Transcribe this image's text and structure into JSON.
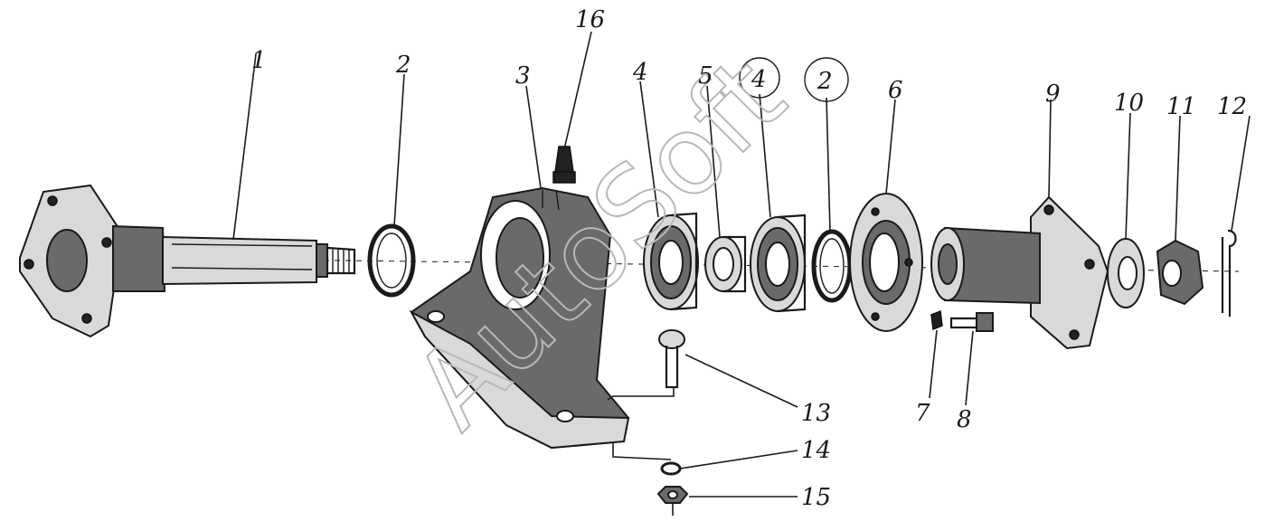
{
  "diagram": {
    "watermark": "AutoSoft",
    "callouts": [
      {
        "id": "c1",
        "label": "1",
        "circled": false
      },
      {
        "id": "c2",
        "label": "2",
        "circled": false
      },
      {
        "id": "c3",
        "label": "3",
        "circled": false
      },
      {
        "id": "c16",
        "label": "16",
        "circled": false
      },
      {
        "id": "c4",
        "label": "4",
        "circled": false
      },
      {
        "id": "c5",
        "label": "5",
        "circled": false
      },
      {
        "id": "c4b",
        "label": "4",
        "circled": true
      },
      {
        "id": "c2b",
        "label": "2",
        "circled": true
      },
      {
        "id": "c6",
        "label": "6",
        "circled": false
      },
      {
        "id": "c9",
        "label": "9",
        "circled": false
      },
      {
        "id": "c10",
        "label": "10",
        "circled": false
      },
      {
        "id": "c11",
        "label": "11",
        "circled": false
      },
      {
        "id": "c12",
        "label": "12",
        "circled": false
      },
      {
        "id": "c13",
        "label": "13",
        "circled": false
      },
      {
        "id": "c7",
        "label": "7",
        "circled": false
      },
      {
        "id": "c8",
        "label": "8",
        "circled": false
      },
      {
        "id": "c14",
        "label": "14",
        "circled": false
      },
      {
        "id": "c15",
        "label": "15",
        "circled": false
      }
    ]
  }
}
